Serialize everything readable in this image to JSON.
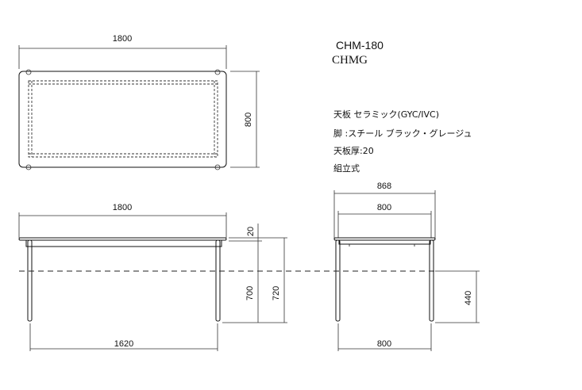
{
  "product": {
    "code": "CHM-180",
    "series": "CHMG"
  },
  "specs": {
    "top": "天板 セラミック(GYC/IVC)",
    "legs": "脚  :スチール ブラック・グレージュ",
    "thickness": "天板厚:20",
    "assembly": "組立式"
  },
  "dimensions": {
    "plan_width": "1800",
    "plan_depth": "800",
    "front_width": "1800",
    "front_leg_span": "1620",
    "top_thickness": "20",
    "height_to_frame": "700",
    "total_height": "720",
    "side_total_depth": "868",
    "side_top_depth": "800",
    "side_leg_span": "800",
    "clearance_height": "440"
  },
  "colors": {
    "line": "#111111",
    "background": "#ffffff"
  }
}
